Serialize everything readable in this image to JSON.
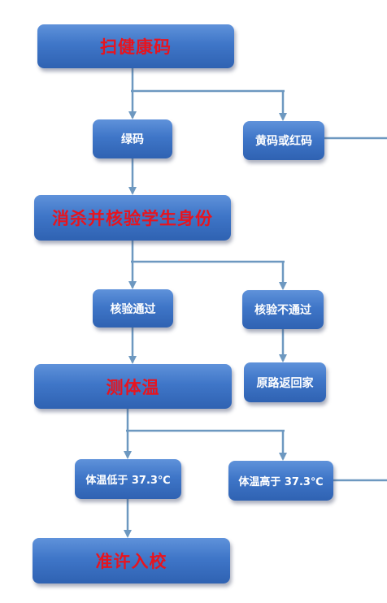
{
  "flowchart": {
    "steps": {
      "scan": "扫健康码",
      "green": "绿码",
      "yellow_red": "黄码或红码",
      "disinfect_verify": "消杀并核验学生身份",
      "verify_pass": "核验通过",
      "verify_fail": "核验不通过",
      "return_home": "原路返回家",
      "temperature": "测体温",
      "temp_low": "体温低于 37.3℃",
      "temp_high": "体温高于 37.3℃",
      "admit": "准许入校"
    }
  },
  "colors": {
    "box_top": "#5f92da",
    "box_bottom": "#2f62b2",
    "main_text": "#e8141e",
    "sub_text": "#ffffff",
    "connector": "#6d98c0"
  }
}
